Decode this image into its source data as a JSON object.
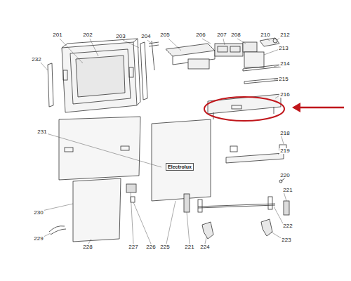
{
  "diagram": {
    "labels": [
      "201",
      "202",
      "203",
      "204",
      "205",
      "206",
      "207",
      "208",
      "210",
      "212",
      "213",
      "214",
      "215",
      "216",
      "218",
      "219",
      "220",
      "221",
      "222",
      "223",
      "232",
      "231",
      "230",
      "229",
      "228",
      "227",
      "226",
      "225",
      "221",
      "224",
      "Electrolux"
    ]
  }
}
